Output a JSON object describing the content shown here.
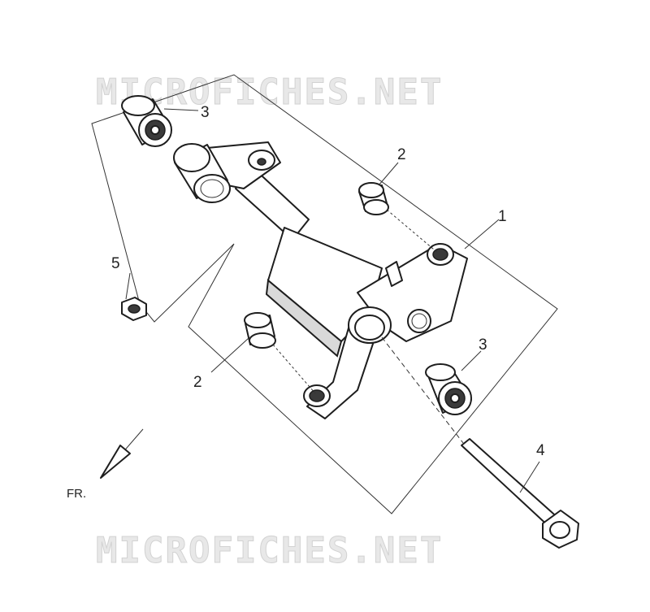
{
  "watermark": "MICROFICHES.NET",
  "direction_label": "FR.",
  "callouts": {
    "frame": "1",
    "cap_upper": "2",
    "cap_lower": "2",
    "bushing_upper": "3",
    "bushing_lower": "3",
    "bolt": "4",
    "nut": "5"
  }
}
